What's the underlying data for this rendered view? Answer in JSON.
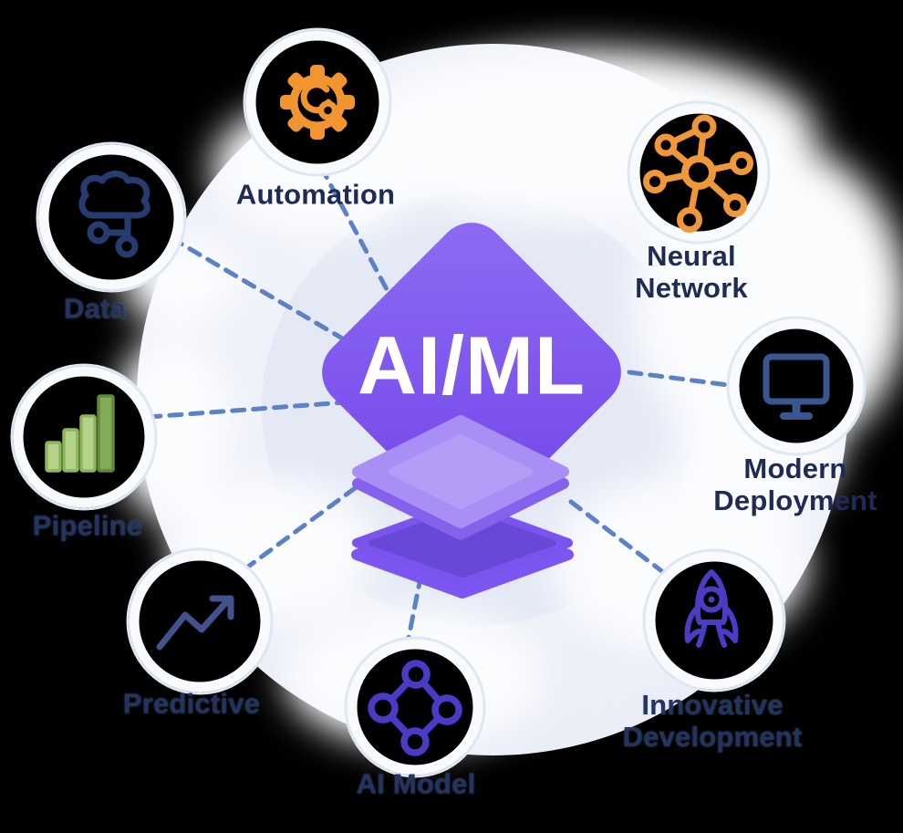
{
  "title": "AI/ML concept diagram",
  "center": {
    "label": "AI/ML",
    "shape": "purple-diamond",
    "layers_below": 2
  },
  "nodes": [
    {
      "id": "automation",
      "label": "Automation",
      "icon": "gear-icon",
      "icon_color": "#F0952F",
      "connected_by_dash": true
    },
    {
      "id": "neural-network",
      "label": "Neural\nNetwork",
      "icon": "neural-network-icon",
      "icon_color": "#F0973A",
      "connected_by_dash": false
    },
    {
      "id": "data",
      "label": "Data",
      "icon": "cloud-data-icon",
      "icon_color": "#263B70",
      "connected_by_dash": true
    },
    {
      "id": "modern-deployment",
      "label": "Modern\nDeployment",
      "icon": "monitor-icon",
      "icon_color": "#3A5590",
      "connected_by_dash": true
    },
    {
      "id": "pipeline",
      "label": "Pipeline",
      "icon": "bar-chart-icon",
      "icon_color": "#8DB55C",
      "connected_by_dash": true
    },
    {
      "id": "predictive",
      "label": "Predictive",
      "icon": "trend-arrow-icon",
      "icon_color": "#41528C",
      "connected_by_dash": true
    },
    {
      "id": "ai-model",
      "label": "AI Model",
      "icon": "node-diamond-icon",
      "icon_color": "#4B3AC5",
      "connected_by_dash": true
    },
    {
      "id": "innovative-development",
      "label": "Innovative\nDevelopment",
      "icon": "rocket-icon",
      "icon_color": "#4C3BC4",
      "connected_by_dash": true
    }
  ],
  "colors": {
    "background": "#000000",
    "big_circle": "#EDF1F9",
    "inner_circle": "#E3E8F4",
    "white_blobs": "#FBFCFE",
    "dash_line": "#5B81C6",
    "diamond_gradient_start": "#8F6CF3",
    "diamond_gradient_end": "#7144EA",
    "layer_light_top": "#A98EF5",
    "layer_dark_top": "#6948D8",
    "layer_bright_rim": "#7D55F1",
    "ring_white": "#F8FAFD",
    "label_navy": "#1E2C55",
    "green_bar_light": "#B5D289",
    "green_bar_dark": "#82AA57"
  }
}
